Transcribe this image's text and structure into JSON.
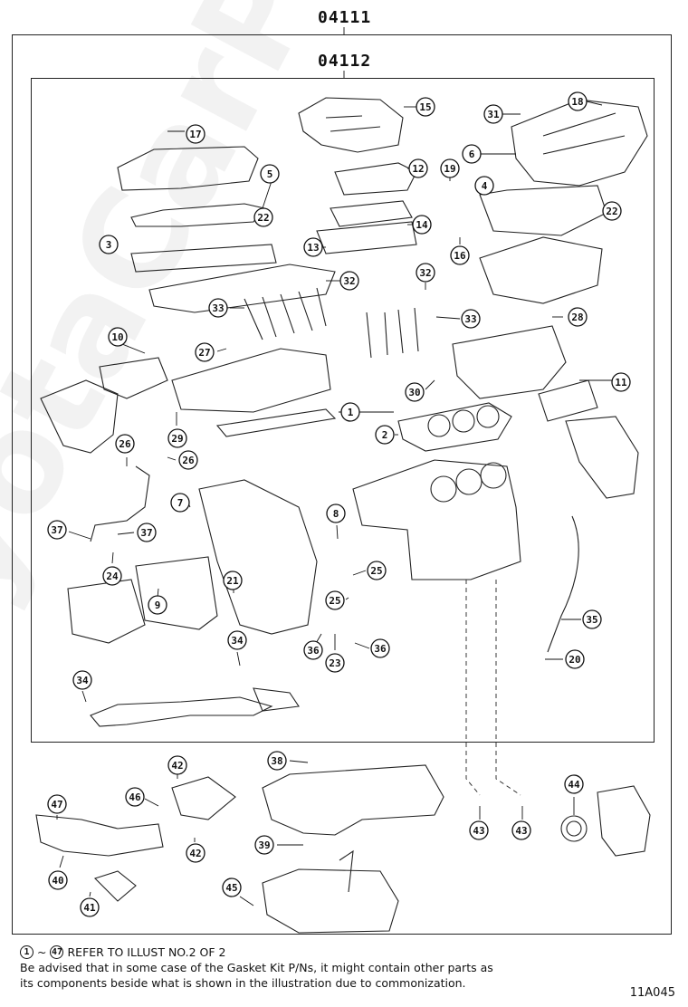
{
  "header": {
    "kit_number_outer": "04111",
    "kit_number_inner": "04112"
  },
  "callouts": [
    "1",
    "2",
    "3",
    "4",
    "5",
    "6",
    "7",
    "8",
    "9",
    "10",
    "11",
    "12",
    "13",
    "14",
    "15",
    "16",
    "17",
    "18",
    "19",
    "20",
    "21",
    "22",
    "22",
    "23",
    "24",
    "25",
    "25",
    "26",
    "26",
    "27",
    "28",
    "29",
    "30",
    "31",
    "32",
    "32",
    "33",
    "33",
    "34",
    "34",
    "35",
    "36",
    "36",
    "37",
    "37",
    "38",
    "39",
    "40",
    "41",
    "42",
    "42",
    "43",
    "43",
    "44",
    "45",
    "46",
    "47"
  ],
  "note": {
    "ref_start": "1",
    "ref_tilde": "~",
    "ref_end": "47",
    "ref_text": "REFER TO ILLUST NO.2 OF 2",
    "line2": "Be advised that in some case of the Gasket Kit P/Ns,  it might contain other parts as",
    "line3": "its components beside what is shown in the illustration due to commonization."
  },
  "drawing_code": "11A045",
  "watermark": "ToyotaCarParts"
}
